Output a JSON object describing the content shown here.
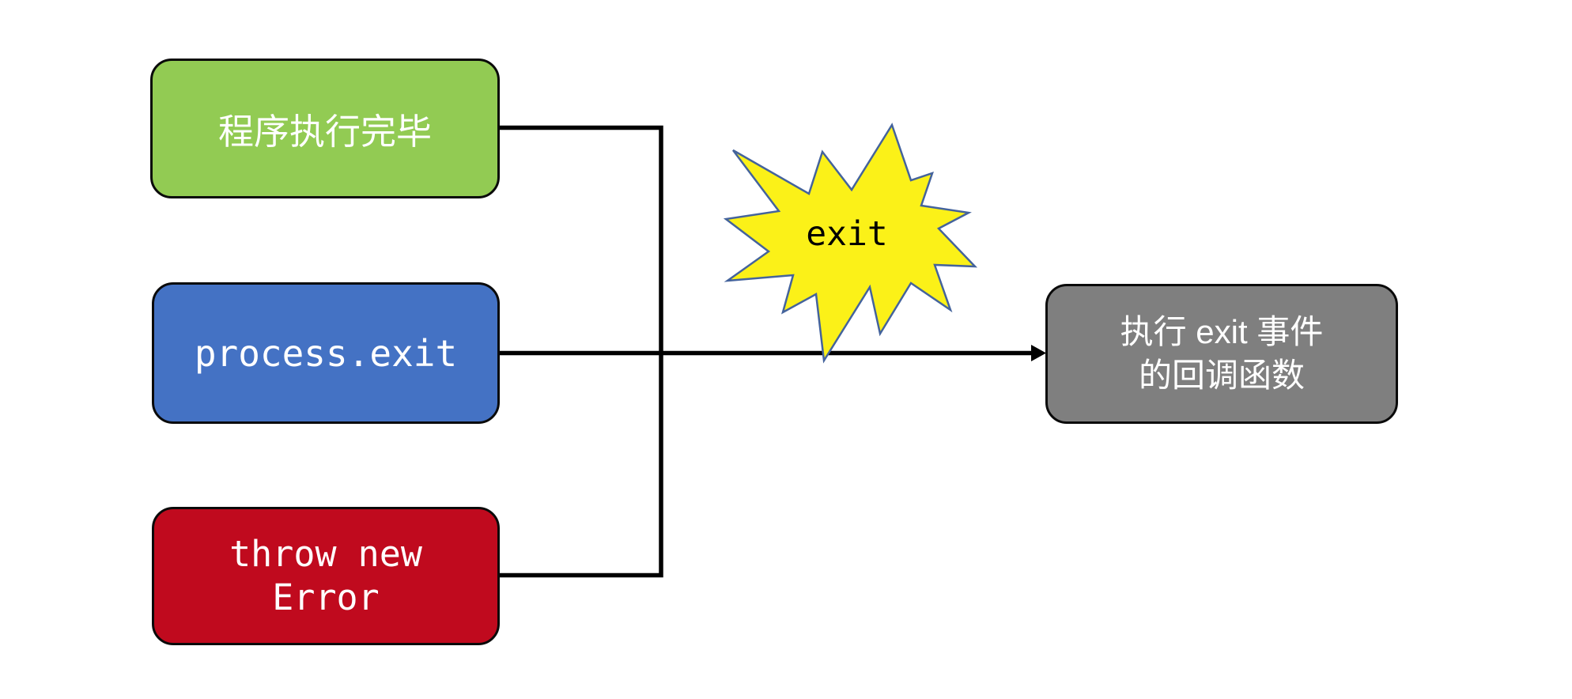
{
  "colors": {
    "canvas-bg": "#FFFFFF",
    "node-green": "#92CB53",
    "node-blue": "#4472C4",
    "node-red": "#C00A1E",
    "node-gray": "#7F7F7F",
    "burst-fill": "#FBF118",
    "burst-stroke": "#44639C",
    "connector": "#000000",
    "box-border": "#0A0A0A",
    "box-text": "#FFFFFF",
    "burst-text": "#000000"
  },
  "nodes": {
    "program_done": {
      "label": "程序执行完毕"
    },
    "process_exit": {
      "label": "process.exit"
    },
    "throw_error": {
      "label": "throw new\nError"
    },
    "exit_burst": {
      "label": "exit"
    },
    "exit_callback": {
      "label": "执行 exit 事件\n的回调函数"
    }
  }
}
